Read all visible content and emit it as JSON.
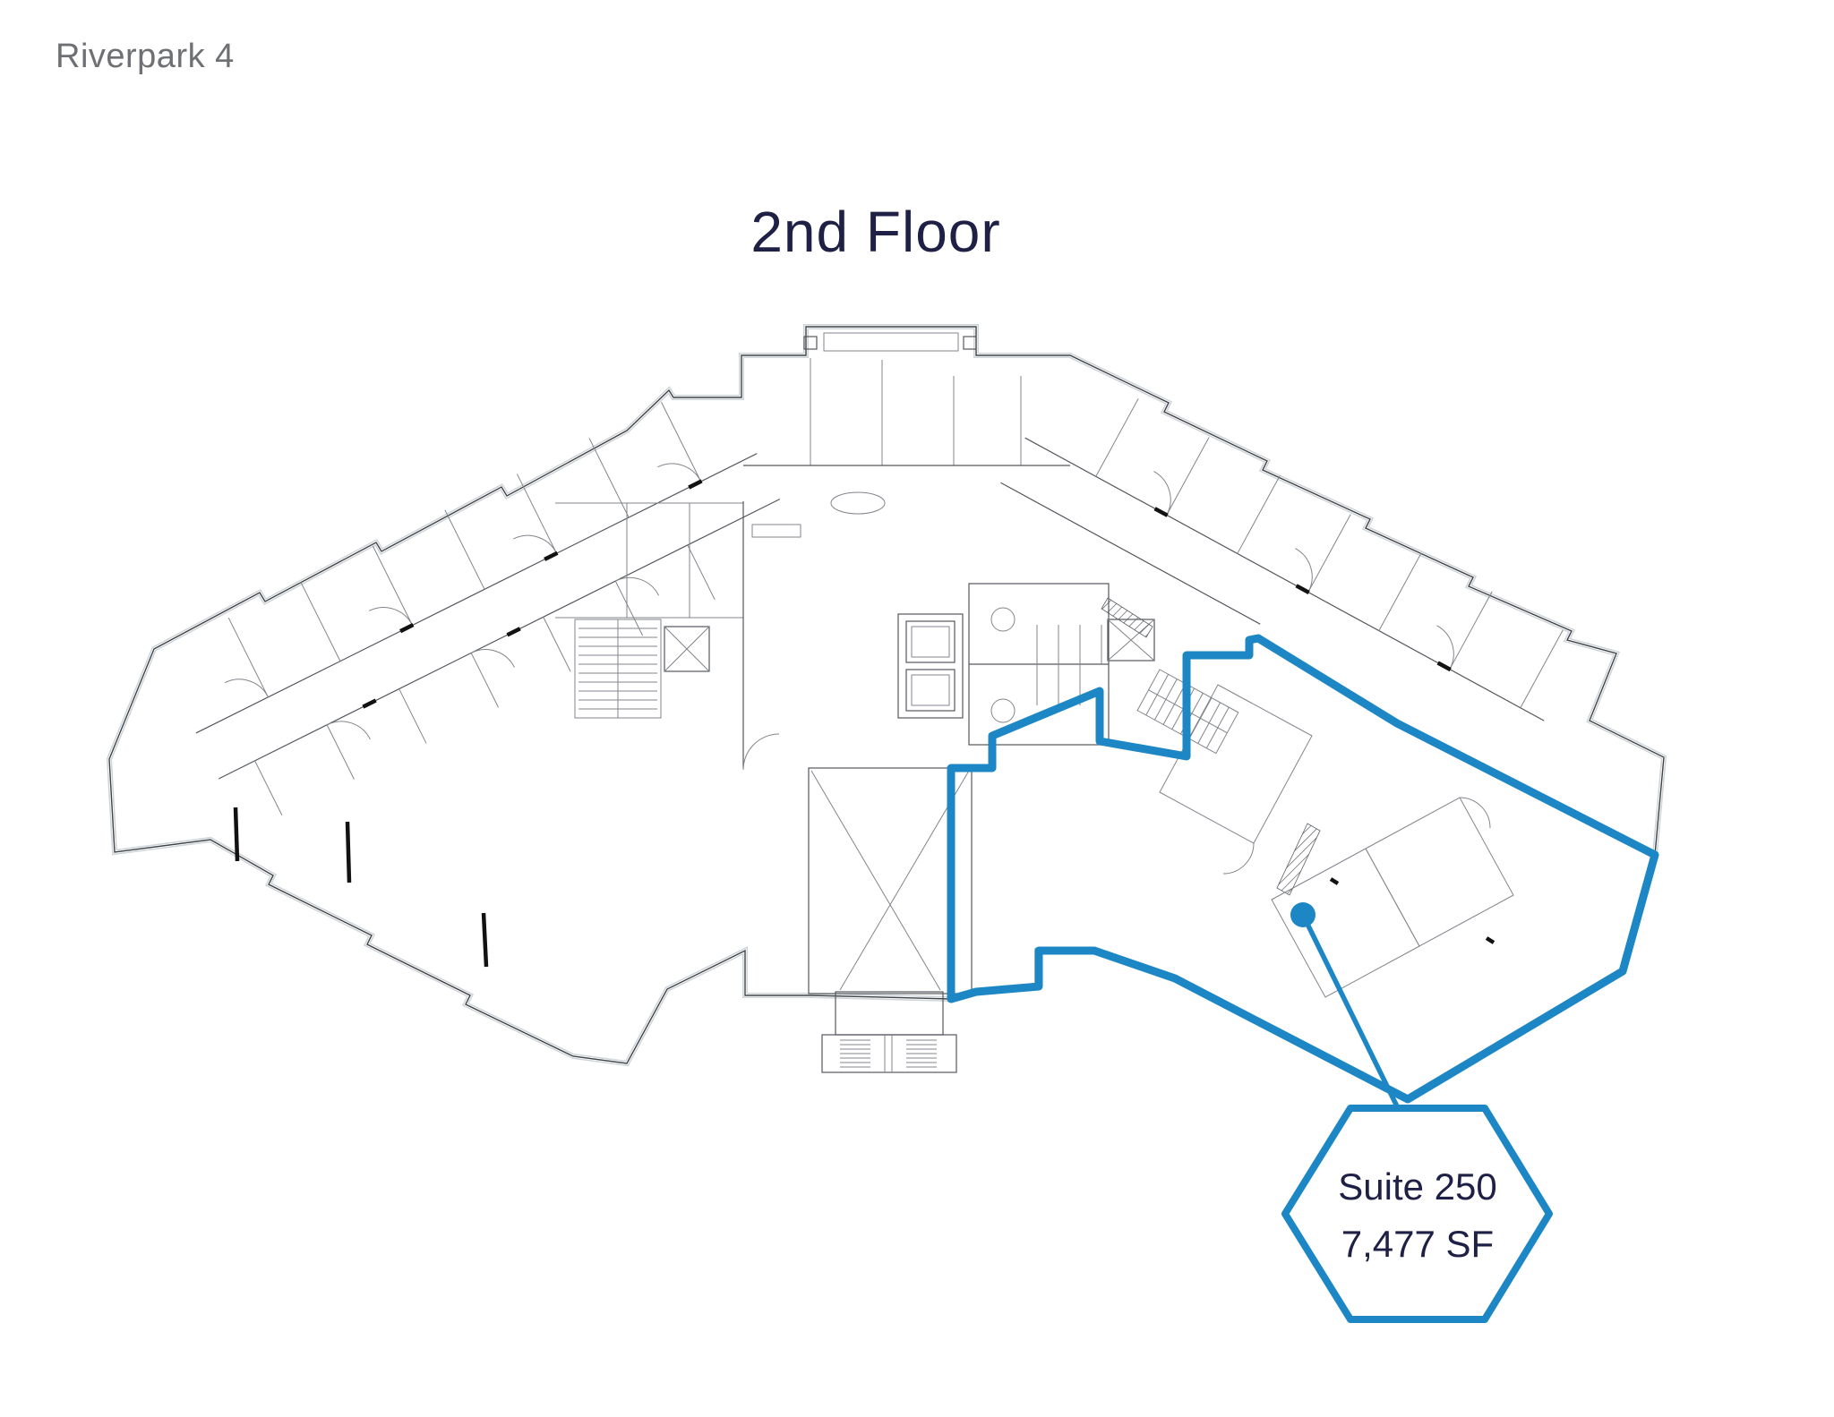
{
  "header": {
    "building_name": "Riverpark 4",
    "floor_title": "2nd Floor"
  },
  "suite": {
    "name": "Suite 250",
    "area": "7,477 SF"
  },
  "colors": {
    "accent_blue": "#1d87c5",
    "navy_text": "#1e2145",
    "gray_text": "#6e7073",
    "wall_dark": "#3f4347",
    "wall_mid": "#53575c",
    "wall_light": "#cfd4d8"
  },
  "icons": [
    {
      "name": "suite-marker-dot",
      "shape": "filled-circle"
    },
    {
      "name": "suite-label-hexagon",
      "shape": "hexagon-outline"
    }
  ]
}
